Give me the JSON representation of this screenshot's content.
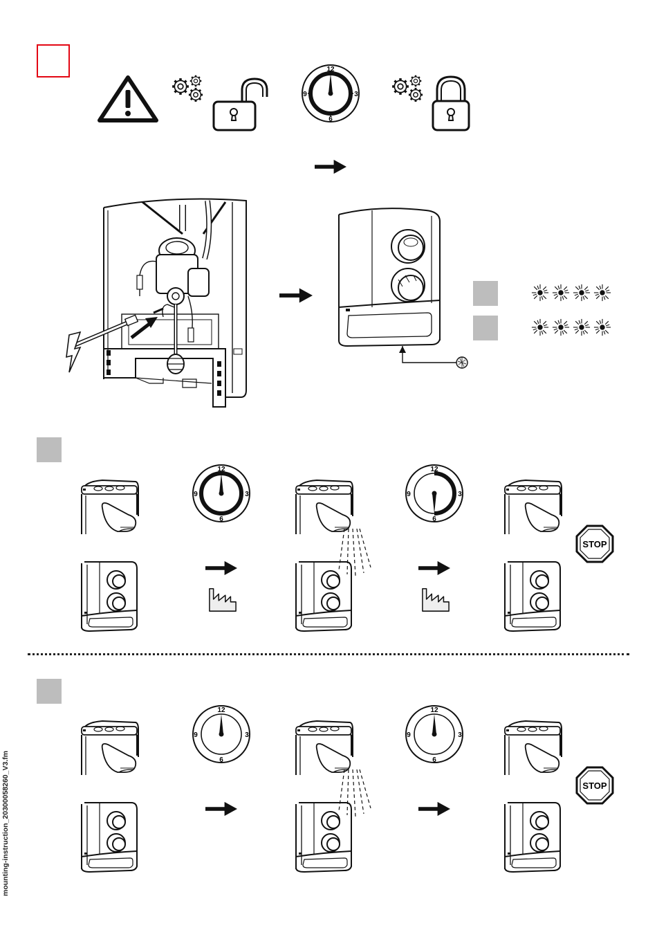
{
  "dials": {
    "n12": "12",
    "n3": "3",
    "n6": "6",
    "n9": "9"
  },
  "stop_label": "STOP",
  "side_note": "mounting-instruction_20300058260_V3.fm",
  "colors": {
    "red_square": "#e30613",
    "gray_box": "#bdbdbd",
    "ink": "#111111"
  },
  "icons": [
    "warning-triangle-icon",
    "gears-icon",
    "padlock-open-icon",
    "padlock-closed-icon",
    "clock-dial-icon",
    "arrow-right-icon",
    "lightning-icon",
    "blinking-led-icon",
    "factory-icon",
    "stop-sign-icon"
  ]
}
